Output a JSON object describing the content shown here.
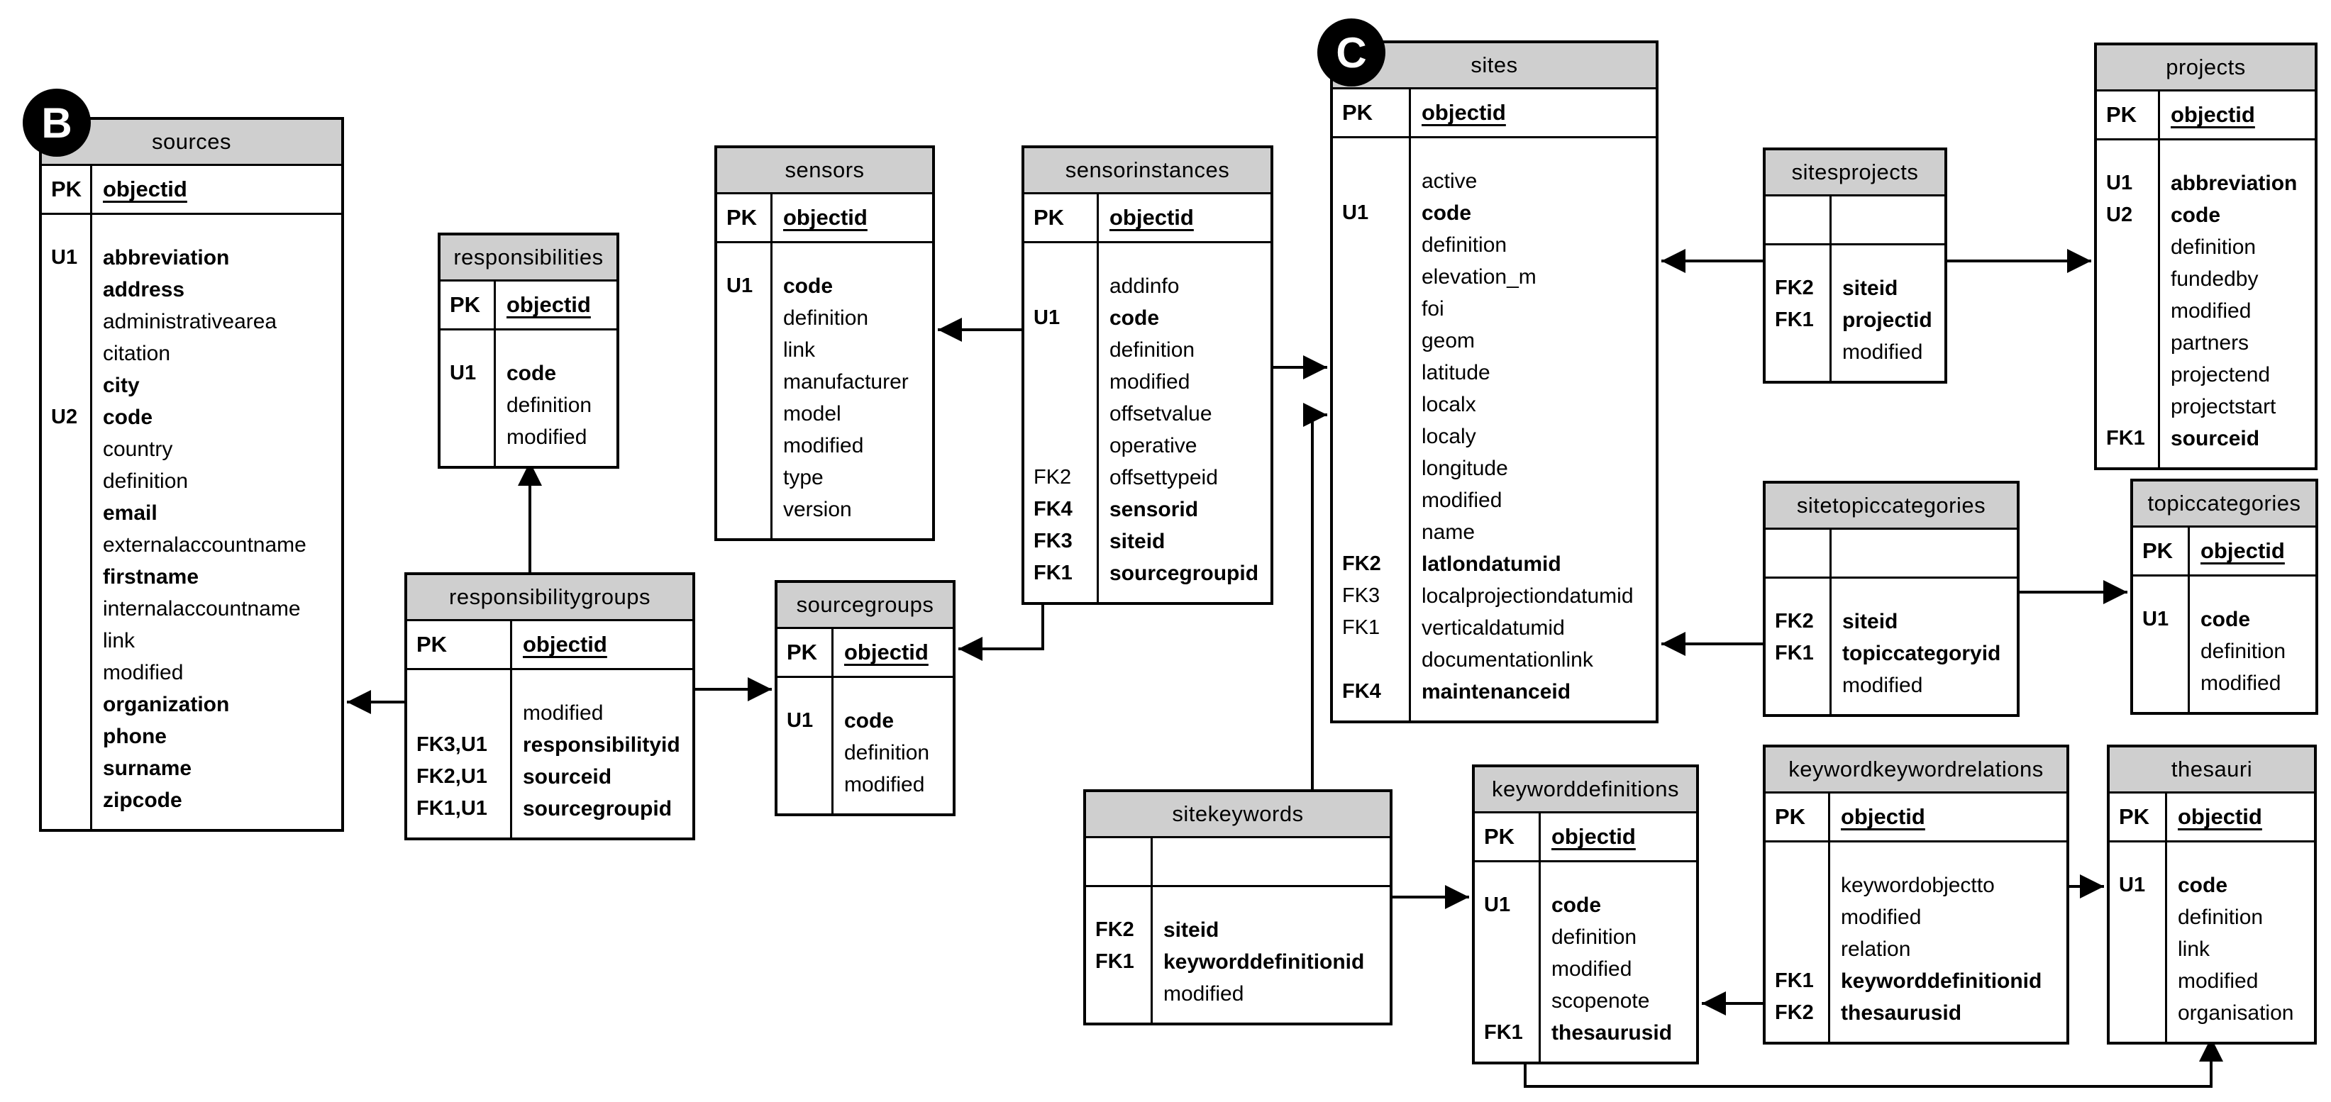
{
  "diagram": {
    "title_badges": [
      {
        "label": "B"
      },
      {
        "label": "C"
      }
    ],
    "colors": {
      "header_bg": "#cfcfcf",
      "border": "#000000",
      "canvas_bg": "#ffffff",
      "badge_bg": "#000000",
      "badge_text": "#ffffff"
    },
    "tables": [
      {
        "id": "sources",
        "title": "sources",
        "pk": {
          "key": "PK",
          "field": "objectid"
        },
        "fields": [
          {
            "key": "U1",
            "name": "abbreviation",
            "bold": true
          },
          {
            "key": "",
            "name": "address",
            "bold": true
          },
          {
            "key": "",
            "name": "administrativearea",
            "bold": false
          },
          {
            "key": "",
            "name": "citation",
            "bold": false
          },
          {
            "key": "",
            "name": "city",
            "bold": true
          },
          {
            "key": "U2",
            "name": "code",
            "bold": true
          },
          {
            "key": "",
            "name": "country",
            "bold": false
          },
          {
            "key": "",
            "name": "definition",
            "bold": false
          },
          {
            "key": "",
            "name": "email",
            "bold": true
          },
          {
            "key": "",
            "name": "externalaccountname",
            "bold": false
          },
          {
            "key": "",
            "name": "firstname",
            "bold": true
          },
          {
            "key": "",
            "name": "internalaccountname",
            "bold": false
          },
          {
            "key": "",
            "name": "link",
            "bold": false
          },
          {
            "key": "",
            "name": "modified",
            "bold": false
          },
          {
            "key": "",
            "name": "organization",
            "bold": true
          },
          {
            "key": "",
            "name": "phone",
            "bold": true
          },
          {
            "key": "",
            "name": "surname",
            "bold": true
          },
          {
            "key": "",
            "name": "zipcode",
            "bold": true
          }
        ]
      },
      {
        "id": "responsibilities",
        "title": "responsibilities",
        "pk": {
          "key": "PK",
          "field": "objectid"
        },
        "fields": [
          {
            "key": "U1",
            "name": "code",
            "bold": true
          },
          {
            "key": "",
            "name": "definition",
            "bold": false
          },
          {
            "key": "",
            "name": "modified",
            "bold": false
          }
        ]
      },
      {
        "id": "responsibilitygroups",
        "title": "responsibilitygroups",
        "pk": {
          "key": "PK",
          "field": "objectid"
        },
        "fields": [
          {
            "key": "",
            "name": "modified",
            "bold": false
          },
          {
            "key": "FK3,U1",
            "name": "responsibilityid",
            "bold": true
          },
          {
            "key": "FK2,U1",
            "name": "sourceid",
            "bold": true
          },
          {
            "key": "FK1,U1",
            "name": "sourcegroupid",
            "bold": true
          }
        ]
      },
      {
        "id": "sourcegroups",
        "title": "sourcegroups",
        "pk": {
          "key": "PK",
          "field": "objectid"
        },
        "fields": [
          {
            "key": "U1",
            "name": "code",
            "bold": true
          },
          {
            "key": "",
            "name": "definition",
            "bold": false
          },
          {
            "key": "",
            "name": "modified",
            "bold": false
          }
        ]
      },
      {
        "id": "sensors",
        "title": "sensors",
        "pk": {
          "key": "PK",
          "field": "objectid"
        },
        "fields": [
          {
            "key": "U1",
            "name": "code",
            "bold": true
          },
          {
            "key": "",
            "name": "definition",
            "bold": false
          },
          {
            "key": "",
            "name": "link",
            "bold": false
          },
          {
            "key": "",
            "name": "manufacturer",
            "bold": false
          },
          {
            "key": "",
            "name": "model",
            "bold": false
          },
          {
            "key": "",
            "name": "modified",
            "bold": false
          },
          {
            "key": "",
            "name": "type",
            "bold": false
          },
          {
            "key": "",
            "name": "version",
            "bold": false
          }
        ]
      },
      {
        "id": "sensorinstances",
        "title": "sensorinstances",
        "pk": {
          "key": "PK",
          "field": "objectid"
        },
        "fields": [
          {
            "key": "",
            "name": "addinfo",
            "bold": false
          },
          {
            "key": "U1",
            "name": "code",
            "bold": true
          },
          {
            "key": "",
            "name": "definition",
            "bold": false
          },
          {
            "key": "",
            "name": "modified",
            "bold": false
          },
          {
            "key": "",
            "name": "offsetvalue",
            "bold": false
          },
          {
            "key": "",
            "name": "operative",
            "bold": false
          },
          {
            "key": "FK2",
            "name": "offsettypeid",
            "bold": false
          },
          {
            "key": "FK4",
            "name": "sensorid",
            "bold": true
          },
          {
            "key": "FK3",
            "name": "siteid",
            "bold": true
          },
          {
            "key": "FK1",
            "name": "sourcegroupid",
            "bold": true
          }
        ]
      },
      {
        "id": "sites",
        "title": "sites",
        "pk": {
          "key": "PK",
          "field": "objectid"
        },
        "fields": [
          {
            "key": "",
            "name": "active",
            "bold": false
          },
          {
            "key": "U1",
            "name": "code",
            "bold": true
          },
          {
            "key": "",
            "name": "definition",
            "bold": false
          },
          {
            "key": "",
            "name": "elevation_m",
            "bold": false
          },
          {
            "key": "",
            "name": "foi",
            "bold": false
          },
          {
            "key": "",
            "name": "geom",
            "bold": false
          },
          {
            "key": "",
            "name": "latitude",
            "bold": false
          },
          {
            "key": "",
            "name": "localx",
            "bold": false
          },
          {
            "key": "",
            "name": "localy",
            "bold": false
          },
          {
            "key": "",
            "name": "longitude",
            "bold": false
          },
          {
            "key": "",
            "name": "modified",
            "bold": false
          },
          {
            "key": "",
            "name": "name",
            "bold": false
          },
          {
            "key": "FK2",
            "name": "latlondatumid",
            "bold": true
          },
          {
            "key": "FK3",
            "name": "localprojectiondatumid",
            "bold": false
          },
          {
            "key": "FK1",
            "name": "verticaldatumid",
            "bold": false
          },
          {
            "key": "",
            "name": "documentationlink",
            "bold": false
          },
          {
            "key": "FK4",
            "name": "maintenanceid",
            "bold": true
          }
        ]
      },
      {
        "id": "sitesprojects",
        "title": "sitesprojects",
        "pk": {
          "key": "",
          "field": ""
        },
        "fields": [
          {
            "key": "FK2",
            "name": "siteid",
            "bold": true
          },
          {
            "key": "FK1",
            "name": "projectid",
            "bold": true
          },
          {
            "key": "",
            "name": "modified",
            "bold": false
          }
        ]
      },
      {
        "id": "projects",
        "title": "projects",
        "pk": {
          "key": "PK",
          "field": "objectid"
        },
        "fields": [
          {
            "key": "U1",
            "name": "abbreviation",
            "bold": true
          },
          {
            "key": "U2",
            "name": "code",
            "bold": true
          },
          {
            "key": "",
            "name": "definition",
            "bold": false
          },
          {
            "key": "",
            "name": "fundedby",
            "bold": false
          },
          {
            "key": "",
            "name": "modified",
            "bold": false
          },
          {
            "key": "",
            "name": "partners",
            "bold": false
          },
          {
            "key": "",
            "name": "projectend",
            "bold": false
          },
          {
            "key": "",
            "name": "projectstart",
            "bold": false
          },
          {
            "key": "FK1",
            "name": "sourceid",
            "bold": true
          }
        ]
      },
      {
        "id": "sitetopiccategories",
        "title": "sitetopiccategories",
        "pk": {
          "key": "",
          "field": ""
        },
        "fields": [
          {
            "key": "FK2",
            "name": "siteid",
            "bold": true
          },
          {
            "key": "FK1",
            "name": "topiccategoryid",
            "bold": true
          },
          {
            "key": "",
            "name": "modified",
            "bold": false
          }
        ]
      },
      {
        "id": "topiccategories",
        "title": "topiccategories",
        "pk": {
          "key": "PK",
          "field": "objectid"
        },
        "fields": [
          {
            "key": "U1",
            "name": "code",
            "bold": true
          },
          {
            "key": "",
            "name": "definition",
            "bold": false
          },
          {
            "key": "",
            "name": "modified",
            "bold": false
          }
        ]
      },
      {
        "id": "sitekeywords",
        "title": "sitekeywords",
        "pk": {
          "key": "",
          "field": ""
        },
        "fields": [
          {
            "key": "FK2",
            "name": "siteid",
            "bold": true
          },
          {
            "key": "FK1",
            "name": "keyworddefinitionid",
            "bold": true
          },
          {
            "key": "",
            "name": "modified",
            "bold": false
          }
        ]
      },
      {
        "id": "keyworddefinitions",
        "title": "keyworddefinitions",
        "pk": {
          "key": "PK",
          "field": "objectid"
        },
        "fields": [
          {
            "key": "U1",
            "name": "code",
            "bold": true
          },
          {
            "key": "",
            "name": "definition",
            "bold": false
          },
          {
            "key": "",
            "name": "modified",
            "bold": false
          },
          {
            "key": "",
            "name": "scopenote",
            "bold": false
          },
          {
            "key": "FK1",
            "name": "thesaurusid",
            "bold": true
          }
        ]
      },
      {
        "id": "keywordkeywordrelations",
        "title": "keywordkeywordrelations",
        "pk": {
          "key": "PK",
          "field": "objectid"
        },
        "fields": [
          {
            "key": "",
            "name": "keywordobjectto",
            "bold": false
          },
          {
            "key": "",
            "name": "modified",
            "bold": false
          },
          {
            "key": "",
            "name": "relation",
            "bold": false
          },
          {
            "key": "FK1",
            "name": "keyworddefinitionid",
            "bold": true
          },
          {
            "key": "FK2",
            "name": "thesaurusid",
            "bold": true
          }
        ]
      },
      {
        "id": "thesauri",
        "title": "thesauri",
        "pk": {
          "key": "PK",
          "field": "objectid"
        },
        "fields": [
          {
            "key": "U1",
            "name": "code",
            "bold": true
          },
          {
            "key": "",
            "name": "definition",
            "bold": false
          },
          {
            "key": "",
            "name": "link",
            "bold": false
          },
          {
            "key": "",
            "name": "modified",
            "bold": false
          },
          {
            "key": "",
            "name": "organisation",
            "bold": false
          }
        ]
      }
    ],
    "relations": [
      {
        "id": "r1",
        "from": "responsibilitygroups",
        "to": "responsibilities"
      },
      {
        "id": "r2",
        "from": "responsibilitygroups",
        "to": "sources"
      },
      {
        "id": "r3",
        "from": "responsibilitygroups",
        "to": "sourcegroups"
      },
      {
        "id": "r4",
        "from": "sensorinstances",
        "to": "sensors"
      },
      {
        "id": "r5",
        "from": "sensorinstances",
        "to": "sites"
      },
      {
        "id": "r6",
        "from": "sensorinstances",
        "to": "sourcegroups"
      },
      {
        "id": "r7",
        "from": "sitekeywords",
        "to": "sites"
      },
      {
        "id": "r8",
        "from": "sitesprojects",
        "to": "sites"
      },
      {
        "id": "r9",
        "from": "sitesprojects",
        "to": "projects"
      },
      {
        "id": "r10",
        "from": "sitetopiccategories",
        "to": "sites"
      },
      {
        "id": "r11",
        "from": "sitetopiccategories",
        "to": "topiccategories"
      },
      {
        "id": "r12",
        "from": "sitekeywords",
        "to": "keyworddefinitions"
      },
      {
        "id": "r13",
        "from": "keywordkeywordrelations",
        "to": "keyworddefinitions"
      },
      {
        "id": "r14",
        "from": "keywordkeywordrelations",
        "to": "thesauri"
      },
      {
        "id": "r15",
        "from": "keyworddefinitions",
        "to": "thesauri"
      }
    ]
  }
}
